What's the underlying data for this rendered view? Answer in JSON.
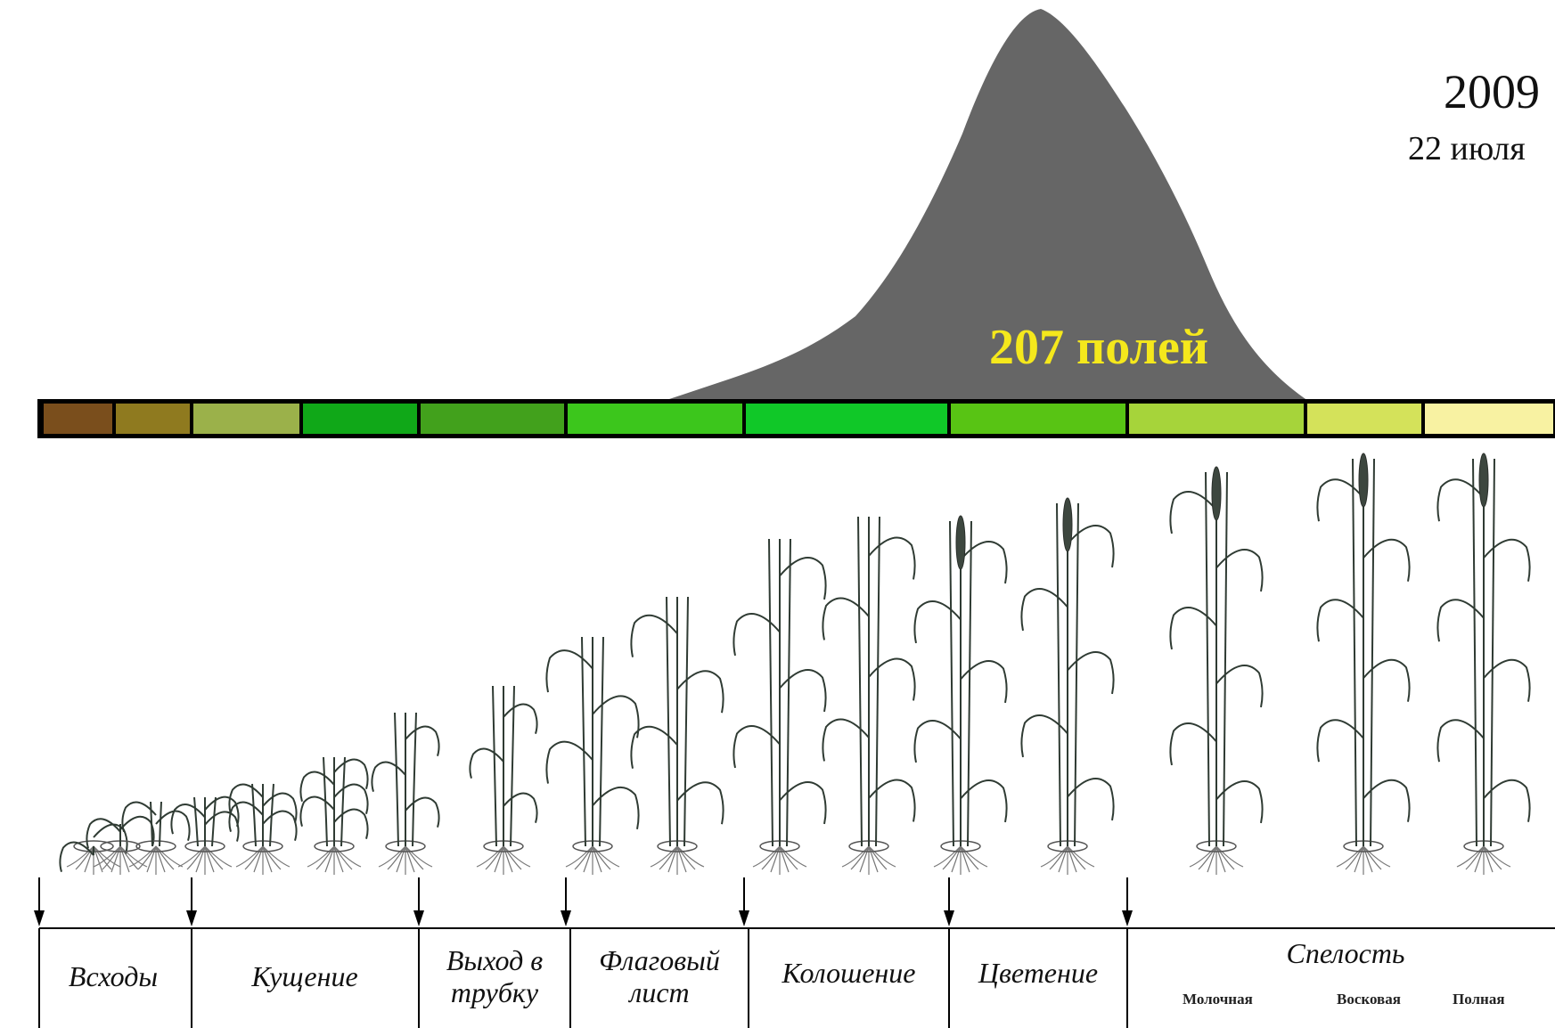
{
  "chart_data": {
    "type": "area",
    "year": "2009",
    "date": "22 июля",
    "annotation": "207 полей",
    "colors": {
      "distribution_fill": "#666666",
      "annotation_text": "#f5e81c"
    },
    "color_scale": [
      "#7a4e1c",
      "#8f7a1f",
      "#9bb14a",
      "#10a818",
      "#42a11c",
      "#3cc61c",
      "#10c828",
      "#58c414",
      "#a6d43a",
      "#d4e25a",
      "#f8f2a2"
    ],
    "stages": [
      {
        "label": "Всходы"
      },
      {
        "label": "Кущение"
      },
      {
        "label": "Выход в трубку"
      },
      {
        "label": "Флаговый лист"
      },
      {
        "label": "Колошение"
      },
      {
        "label": "Цветение"
      },
      {
        "label": "Спелость",
        "substages": [
          "Молочная",
          "Восковая",
          "Полная"
        ]
      }
    ]
  }
}
